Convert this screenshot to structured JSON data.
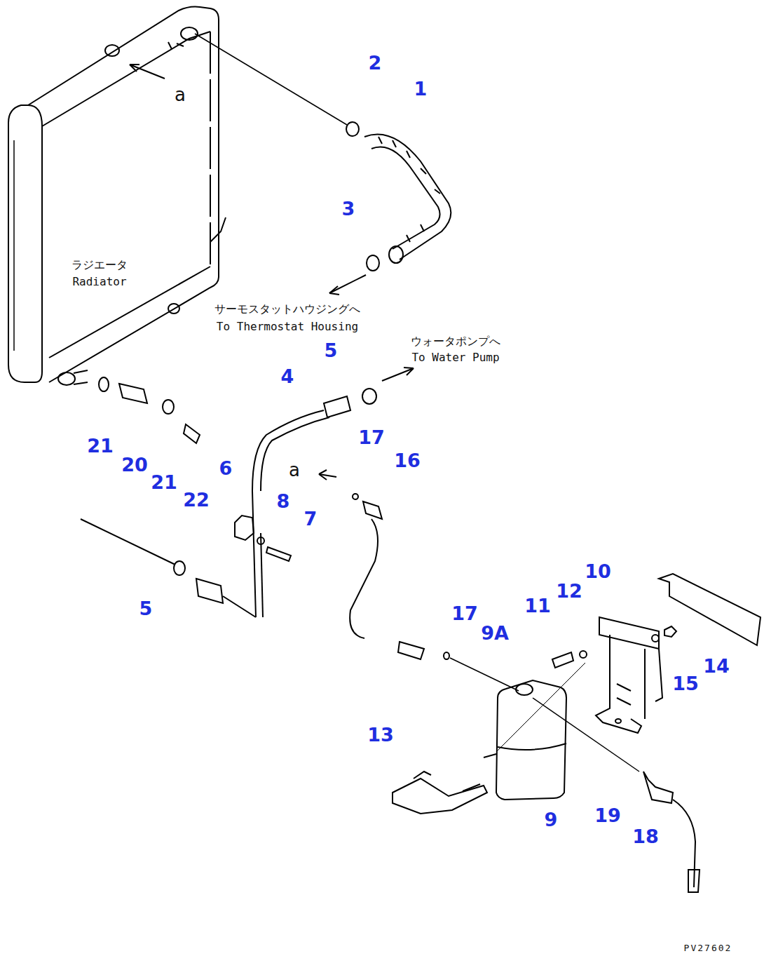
{
  "diagram": {
    "labels": [
      "2",
      "1",
      "3",
      "a",
      "ラジエータ",
      "Radiator",
      "サーモスタットハウジングへ",
      "To Thermostat Housing",
      "ウォータポンプへ",
      "To Water Pump",
      "5",
      "4",
      "21",
      "20",
      "21",
      "22",
      "6",
      "8",
      "7",
      "17",
      "16",
      "a",
      "5",
      "10",
      "11",
      "12",
      "17",
      "9A",
      "15",
      "14",
      "13",
      "19",
      "18",
      "9",
      "PV27602"
    ]
  }
}
